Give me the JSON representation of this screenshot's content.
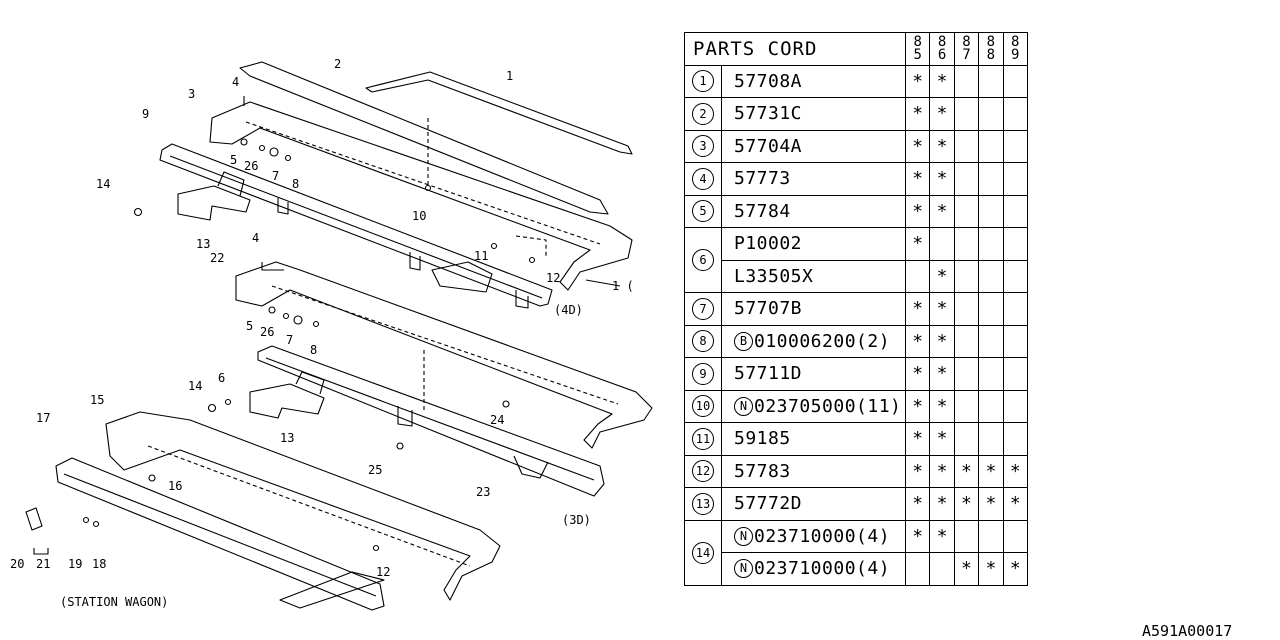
{
  "table": {
    "header": "PARTS CORD",
    "years": [
      [
        "8",
        "5"
      ],
      [
        "8",
        "6"
      ],
      [
        "8",
        "7"
      ],
      [
        "8",
        "8"
      ],
      [
        "8",
        "9"
      ]
    ],
    "rows": [
      {
        "key": "1",
        "entries": [
          {
            "part": "57708A",
            "marks": [
              "*",
              "*",
              "",
              "",
              ""
            ]
          }
        ]
      },
      {
        "key": "2",
        "entries": [
          {
            "part": "57731C",
            "marks": [
              "*",
              "*",
              "",
              "",
              ""
            ]
          }
        ]
      },
      {
        "key": "3",
        "entries": [
          {
            "part": "57704A",
            "marks": [
              "*",
              "*",
              "",
              "",
              ""
            ]
          }
        ]
      },
      {
        "key": "4",
        "entries": [
          {
            "part": "57773",
            "marks": [
              "*",
              "*",
              "",
              "",
              ""
            ]
          }
        ]
      },
      {
        "key": "5",
        "entries": [
          {
            "part": "57784",
            "marks": [
              "*",
              "*",
              "",
              "",
              ""
            ]
          }
        ]
      },
      {
        "key": "6",
        "entries": [
          {
            "part": "P10002",
            "marks": [
              "*",
              "",
              "",
              "",
              ""
            ]
          },
          {
            "part": "L33505X",
            "marks": [
              "",
              "*",
              "",
              "",
              ""
            ]
          }
        ]
      },
      {
        "key": "7",
        "entries": [
          {
            "part": "57707B",
            "marks": [
              "*",
              "*",
              "",
              "",
              ""
            ]
          }
        ]
      },
      {
        "key": "8",
        "entries": [
          {
            "prefix": "B",
            "part": "010006200(2)",
            "marks": [
              "*",
              "*",
              "",
              "",
              ""
            ]
          }
        ]
      },
      {
        "key": "9",
        "entries": [
          {
            "part": "57711D",
            "marks": [
              "*",
              "*",
              "",
              "",
              ""
            ]
          }
        ]
      },
      {
        "key": "10",
        "entries": [
          {
            "prefix": "N",
            "part": "023705000(11)",
            "marks": [
              "*",
              "*",
              "",
              "",
              ""
            ]
          }
        ]
      },
      {
        "key": "11",
        "entries": [
          {
            "part": "59185",
            "marks": [
              "*",
              "*",
              "",
              "",
              ""
            ]
          }
        ]
      },
      {
        "key": "12",
        "entries": [
          {
            "part": "57783",
            "marks": [
              "*",
              "*",
              "*",
              "*",
              "*"
            ]
          }
        ]
      },
      {
        "key": "13",
        "entries": [
          {
            "part": "57772D",
            "marks": [
              "*",
              "*",
              "*",
              "*",
              "*"
            ]
          }
        ]
      },
      {
        "key": "14",
        "entries": [
          {
            "prefix": "N",
            "part": "023710000(4)",
            "marks": [
              "*",
              "*",
              "",
              "",
              ""
            ]
          },
          {
            "prefix": "N",
            "part": "023710000(4)",
            "marks": [
              "",
              "",
              "*",
              "*",
              "*"
            ]
          }
        ]
      }
    ]
  },
  "diagram": {
    "callouts": [
      "1",
      "2",
      "3",
      "4",
      "5",
      "26",
      "7",
      "8",
      "9",
      "14",
      "13",
      "10",
      "11",
      "12",
      "1 (",
      "4",
      "22",
      "5",
      "26",
      "7",
      "8",
      "6",
      "14",
      "13",
      "24",
      "25",
      "23",
      "15",
      "17",
      "16",
      "12",
      "19",
      "18",
      "20",
      "21"
    ],
    "variants": {
      "four_door": "(4D)",
      "three_door": "(3D)",
      "wagon": "(STATION WAGON)"
    }
  },
  "footer_code": "A591A00017"
}
